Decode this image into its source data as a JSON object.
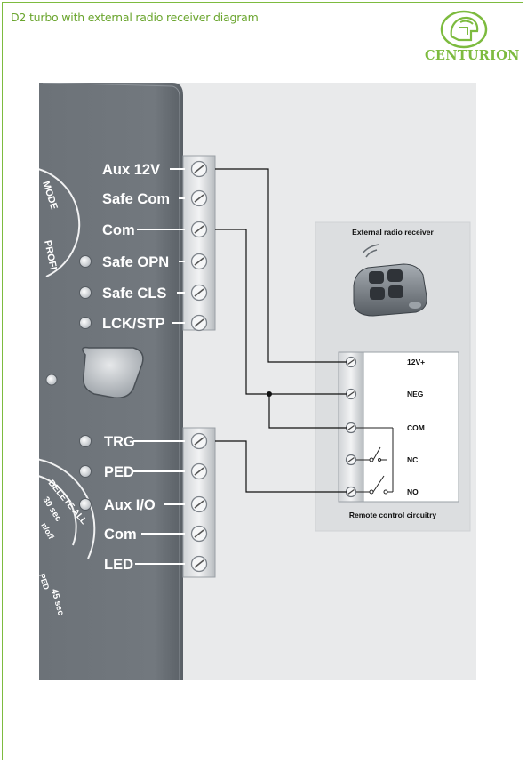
{
  "header": {
    "title": "D2 turbo with external radio receiver diagram",
    "brand": "CENTURION"
  },
  "controller": {
    "upper_terminals": [
      "Aux 12V",
      "Safe Com",
      "Com",
      "Safe OPN",
      "Safe CLS",
      "LCK/STP"
    ],
    "lower_terminals": [
      "TRG",
      "PED",
      "Aux I/O",
      "Com",
      "LED"
    ],
    "dial_text": {
      "mode": "MODE",
      "profile": "PROFI",
      "delete_all": "DELETE ALL",
      "sec30": "30 sec",
      "onoff": "n/off",
      "sec45": "45 sec",
      "ped": "PED"
    }
  },
  "receiver": {
    "title": "External radio receiver",
    "terminals": [
      "12V+",
      "NEG",
      "COM",
      "NC",
      "NO"
    ],
    "footer": "Remote control circuitry"
  },
  "colors": {
    "brand_green": "#7dbb3f",
    "panel_dark": "#5b6168",
    "panel_light": "#7b8187"
  }
}
